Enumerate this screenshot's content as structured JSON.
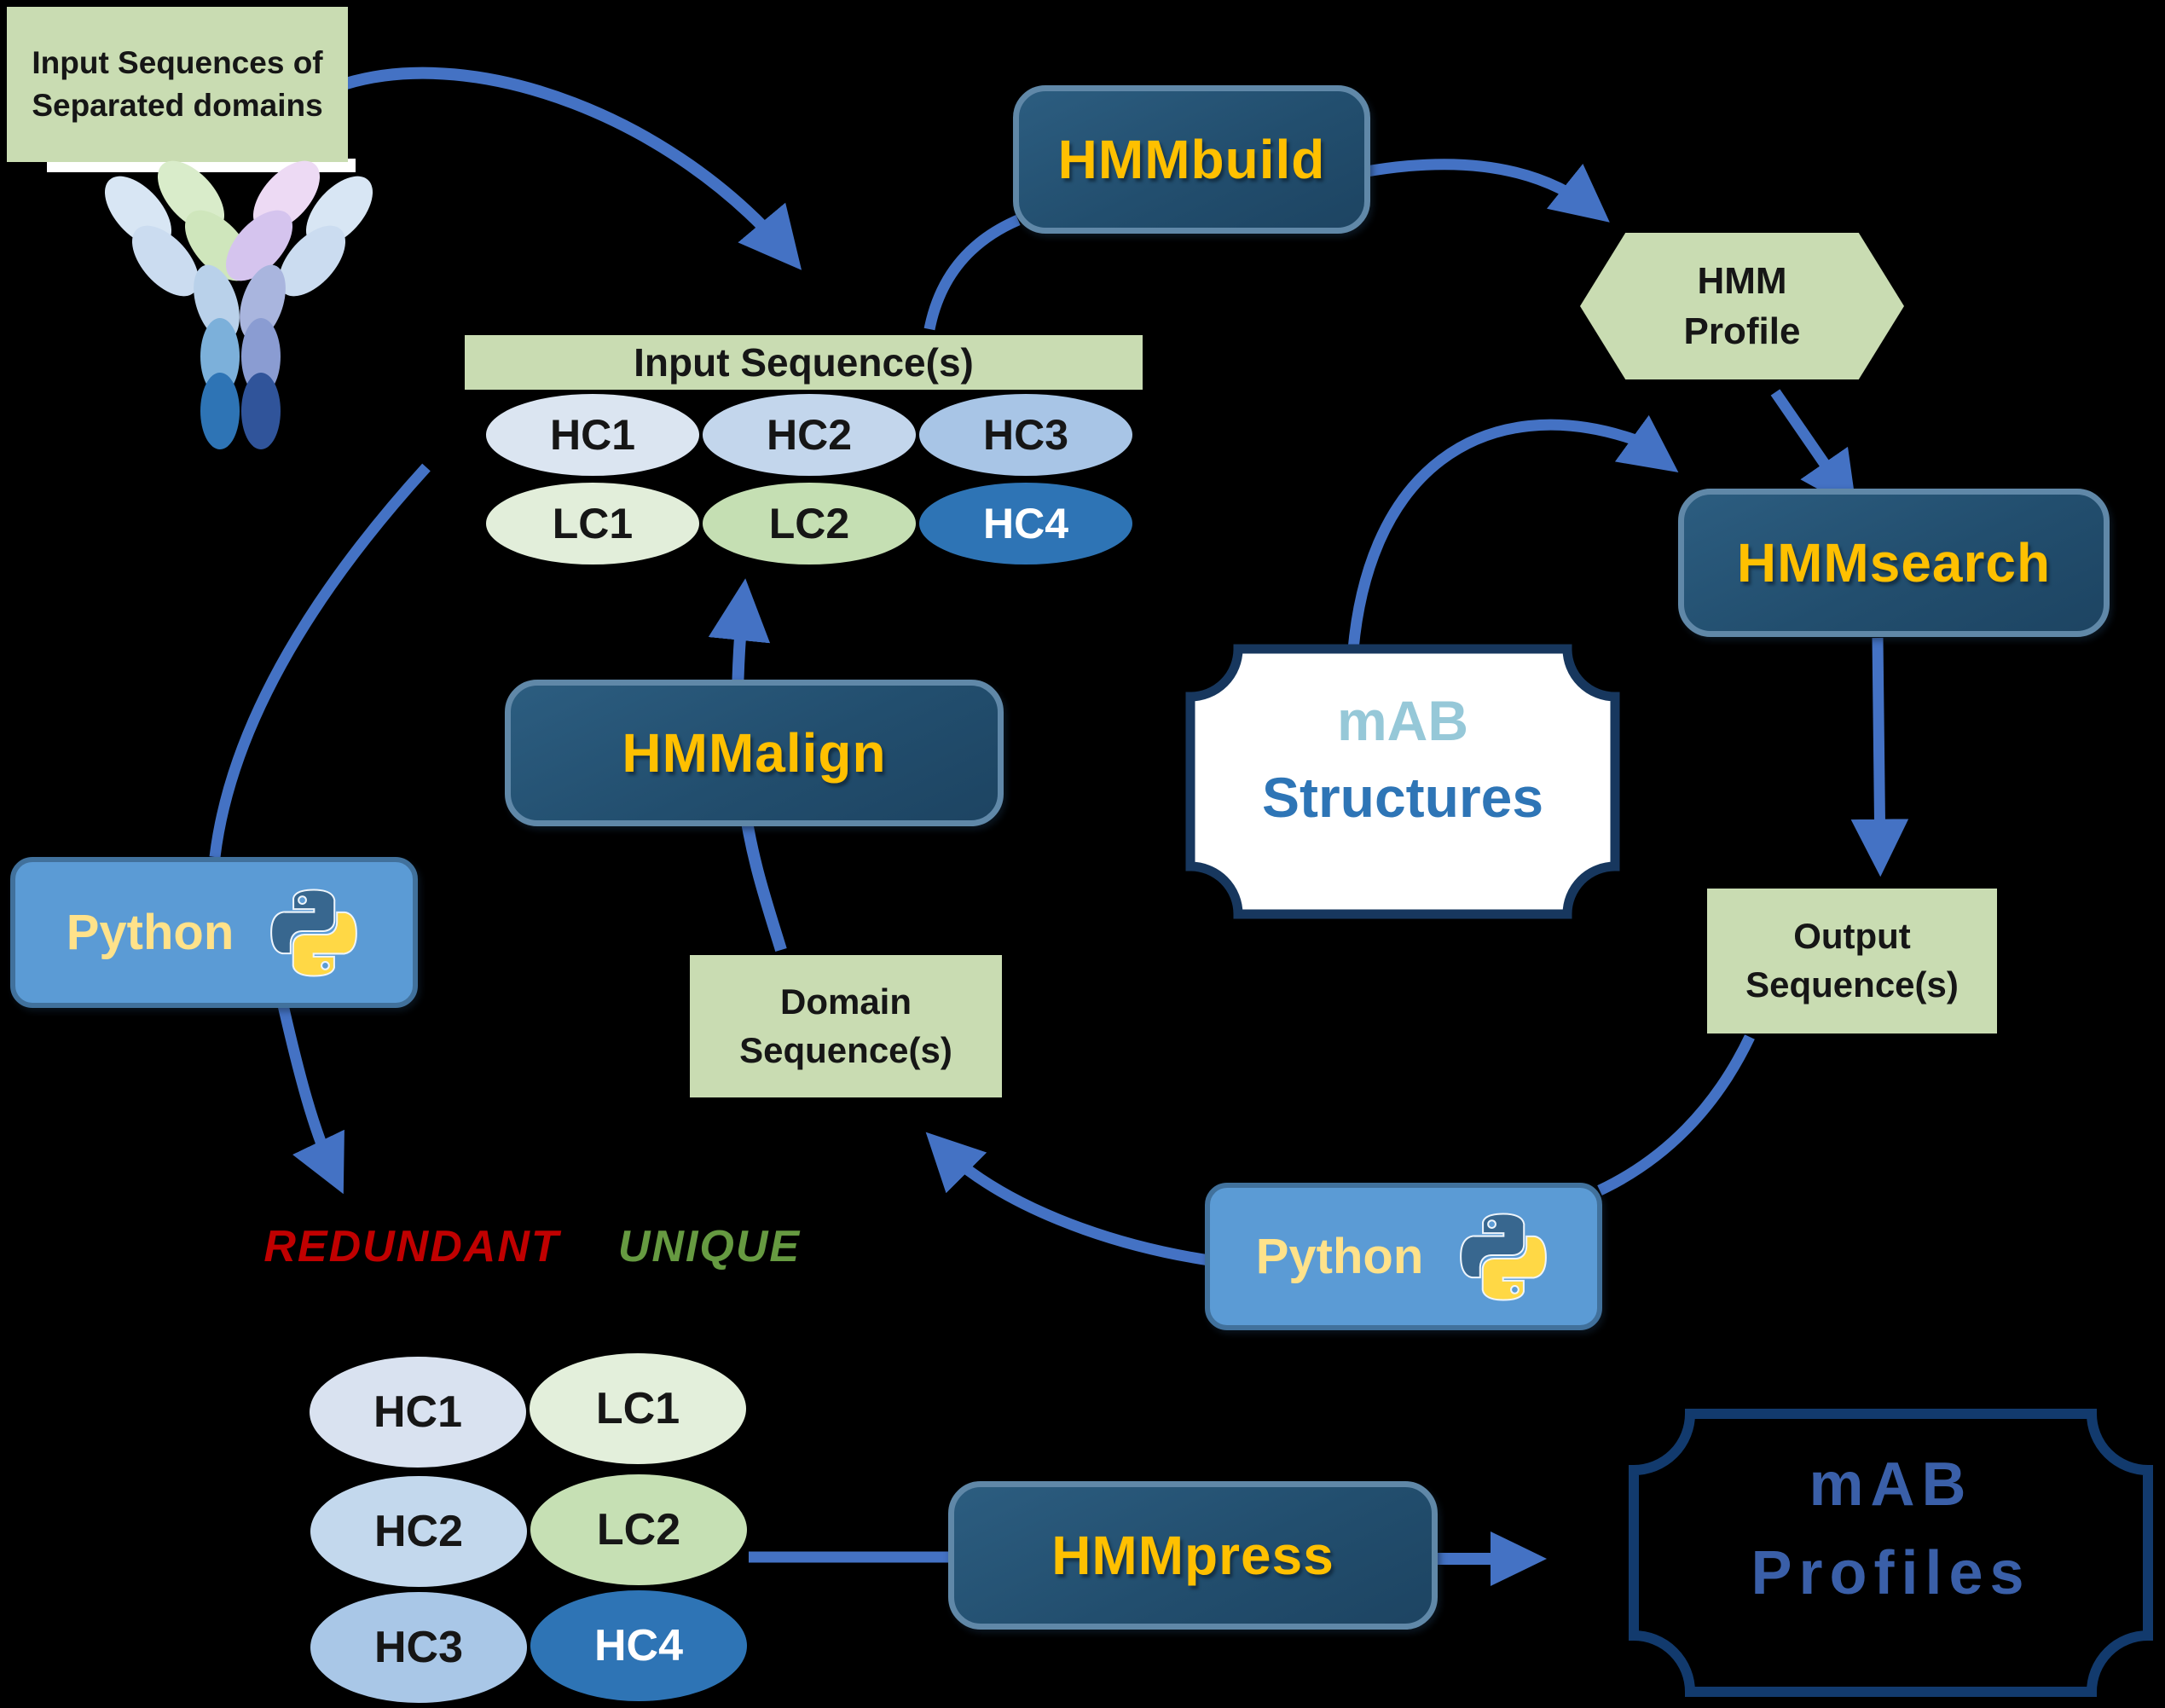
{
  "figure": "HMMER monoclonal-antibody profile pipeline diagram",
  "nodes": {
    "input_box": {
      "line1": "Input Sequences of",
      "line2": "Separated domains"
    },
    "hmmbuild": {
      "label": "HMMbuild"
    },
    "hmm_profile": {
      "line1": "HMM",
      "line2": "Profile"
    },
    "hmmsearch": {
      "label": "HMMsearch"
    },
    "mab_structures": {
      "line1": "mAB",
      "line2": "Structures"
    },
    "output_box": {
      "line1": "Output",
      "line2": "Sequence(s)"
    },
    "python_right": {
      "label": "Python"
    },
    "domain_box": {
      "line1": "Domain",
      "line2": "Sequence(s)"
    },
    "hmmalign": {
      "label": "HMMalign"
    },
    "python_left": {
      "label": "Python"
    },
    "redundant": {
      "label": "REDUNDANT"
    },
    "unique": {
      "label": "UNIQUE"
    },
    "hmmpress": {
      "label": "HMMpress"
    },
    "mab_profiles": {
      "line1": "mAB",
      "line2": "Profiles"
    }
  },
  "input_table": {
    "header": "Input Sequence(s)",
    "rows": [
      [
        "HC1",
        "HC2",
        "HC3"
      ],
      [
        "LC1",
        "LC2",
        "HC4"
      ]
    ]
  },
  "domain_grid": {
    "rows": [
      [
        "HC1",
        "LC1"
      ],
      [
        "HC2",
        "LC2"
      ],
      [
        "HC3",
        "HC4"
      ]
    ]
  },
  "edges": [
    {
      "from": "input_box",
      "to": "input_table"
    },
    {
      "from": "input_table",
      "to": "hmmbuild"
    },
    {
      "from": "hmmbuild",
      "to": "hmm_profile"
    },
    {
      "from": "hmm_profile",
      "to": "hmmsearch"
    },
    {
      "from": "mab_structures",
      "to": "hmmsearch"
    },
    {
      "from": "hmmsearch",
      "to": "output_box"
    },
    {
      "from": "output_box",
      "to": "python_right"
    },
    {
      "from": "python_right",
      "to": "domain_box"
    },
    {
      "from": "domain_box",
      "to": "hmmalign"
    },
    {
      "from": "hmmalign",
      "to": "input_table"
    },
    {
      "from": "input_table",
      "to": "python_left"
    },
    {
      "from": "python_left",
      "to": "redundant_unique"
    },
    {
      "from": "domain_grid",
      "to": "hmmpress"
    },
    {
      "from": "hmmpress",
      "to": "mab_profiles"
    }
  ],
  "icons": {
    "python_logo": "python-logo",
    "antibody": "antibody-icon"
  },
  "colors": {
    "background": "#000000",
    "arrow": "#4472c4",
    "tool_box_fill": "#224e6e",
    "tool_box_border": "#6088a8",
    "tool_label": "#ffc000",
    "python_box_fill": "#5b9bd5",
    "python_box_border": "#41719c",
    "python_label": "#ffe28a",
    "green_fill": "#c9dcb2",
    "plaque_border": "#17375e",
    "mab_light_blue": "#96c8d8",
    "mab_medium_blue": "#2e75b6",
    "profiles_text": "#3a5fa8",
    "redundant_text": "#c00000",
    "unique_text": "#669a41",
    "ellipse_hc1": "#dbe5f1",
    "ellipse_hc2": "#c3d6ec",
    "ellipse_hc3": "#a8c5e6",
    "ellipse_hc4": "#2e74b5",
    "ellipse_lc1": "#e2eeda",
    "ellipse_lc2": "#c5dfb3"
  }
}
